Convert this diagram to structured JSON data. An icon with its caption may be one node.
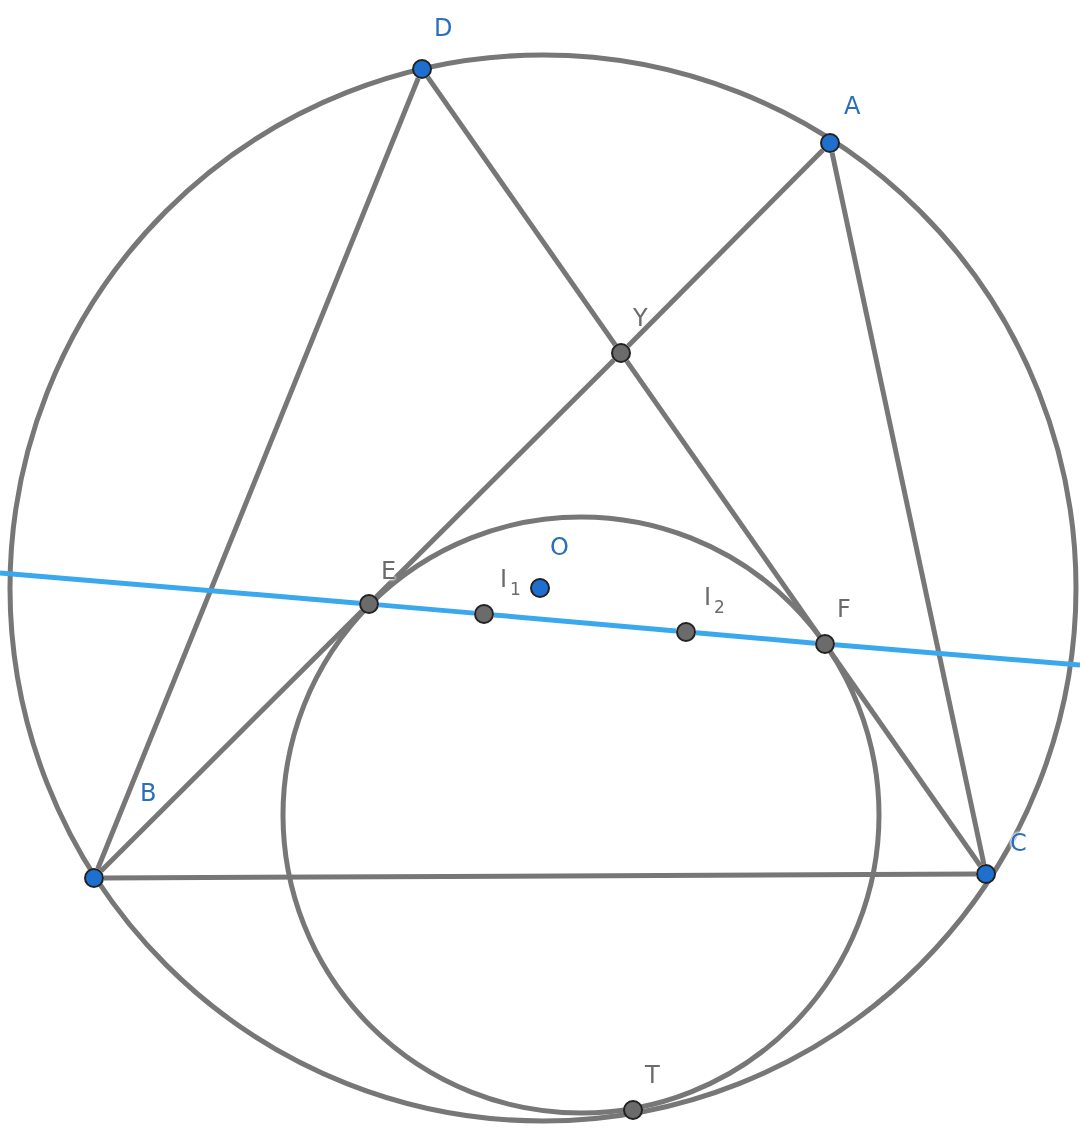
{
  "diagram": {
    "nodes": [
      {
        "text": [
          "D"
        ]
      },
      {
        "text": [
          "A"
        ]
      },
      {
        "text": [
          "Y"
        ]
      },
      {
        "text": [
          "O"
        ]
      },
      {
        "text": [
          "E"
        ]
      },
      {
        "text": [
          "I$_{1}$"
        ]
      },
      {
        "text": [
          "I$_{2}$"
        ]
      },
      {
        "text": [
          "F"
        ]
      },
      {
        "text": [
          "B"
        ]
      },
      {
        "text": [
          "C"
        ]
      },
      {
        "text": [
          "T"
        ]
      }
    ],
    "edges": [
      {
        "from": 0,
        "to": 8,
        "arrow": "none"
      },
      {
        "from": 0,
        "to": 2,
        "arrow": "none"
      },
      {
        "from": 2,
        "to": 7,
        "arrow": "none"
      },
      {
        "from": 7,
        "to": 9,
        "arrow": "none"
      },
      {
        "from": 1,
        "to": 2,
        "arrow": "none"
      },
      {
        "from": 2,
        "to": 4,
        "arrow": "none"
      },
      {
        "from": 4,
        "to": 8,
        "arrow": "none"
      },
      {
        "from": 1,
        "to": 9,
        "arrow": "none"
      },
      {
        "from": 8,
        "to": 9,
        "arrow": "none"
      },
      {
        "from": null,
        "to": 4,
        "arrow": "none",
        "color": "#3aa8ec"
      },
      {
        "from": 4,
        "to": 5,
        "arrow": "none",
        "color": "#3aa8ec"
      },
      {
        "from": 5,
        "to": 6,
        "arrow": "none",
        "color": "#3aa8ec"
      },
      {
        "from": 6,
        "to": 7,
        "arrow": "none",
        "color": "#3aa8ec"
      },
      {
        "from": 7,
        "to": null,
        "arrow": "none",
        "color": "#3aa8ec"
      }
    ]
  }
}
